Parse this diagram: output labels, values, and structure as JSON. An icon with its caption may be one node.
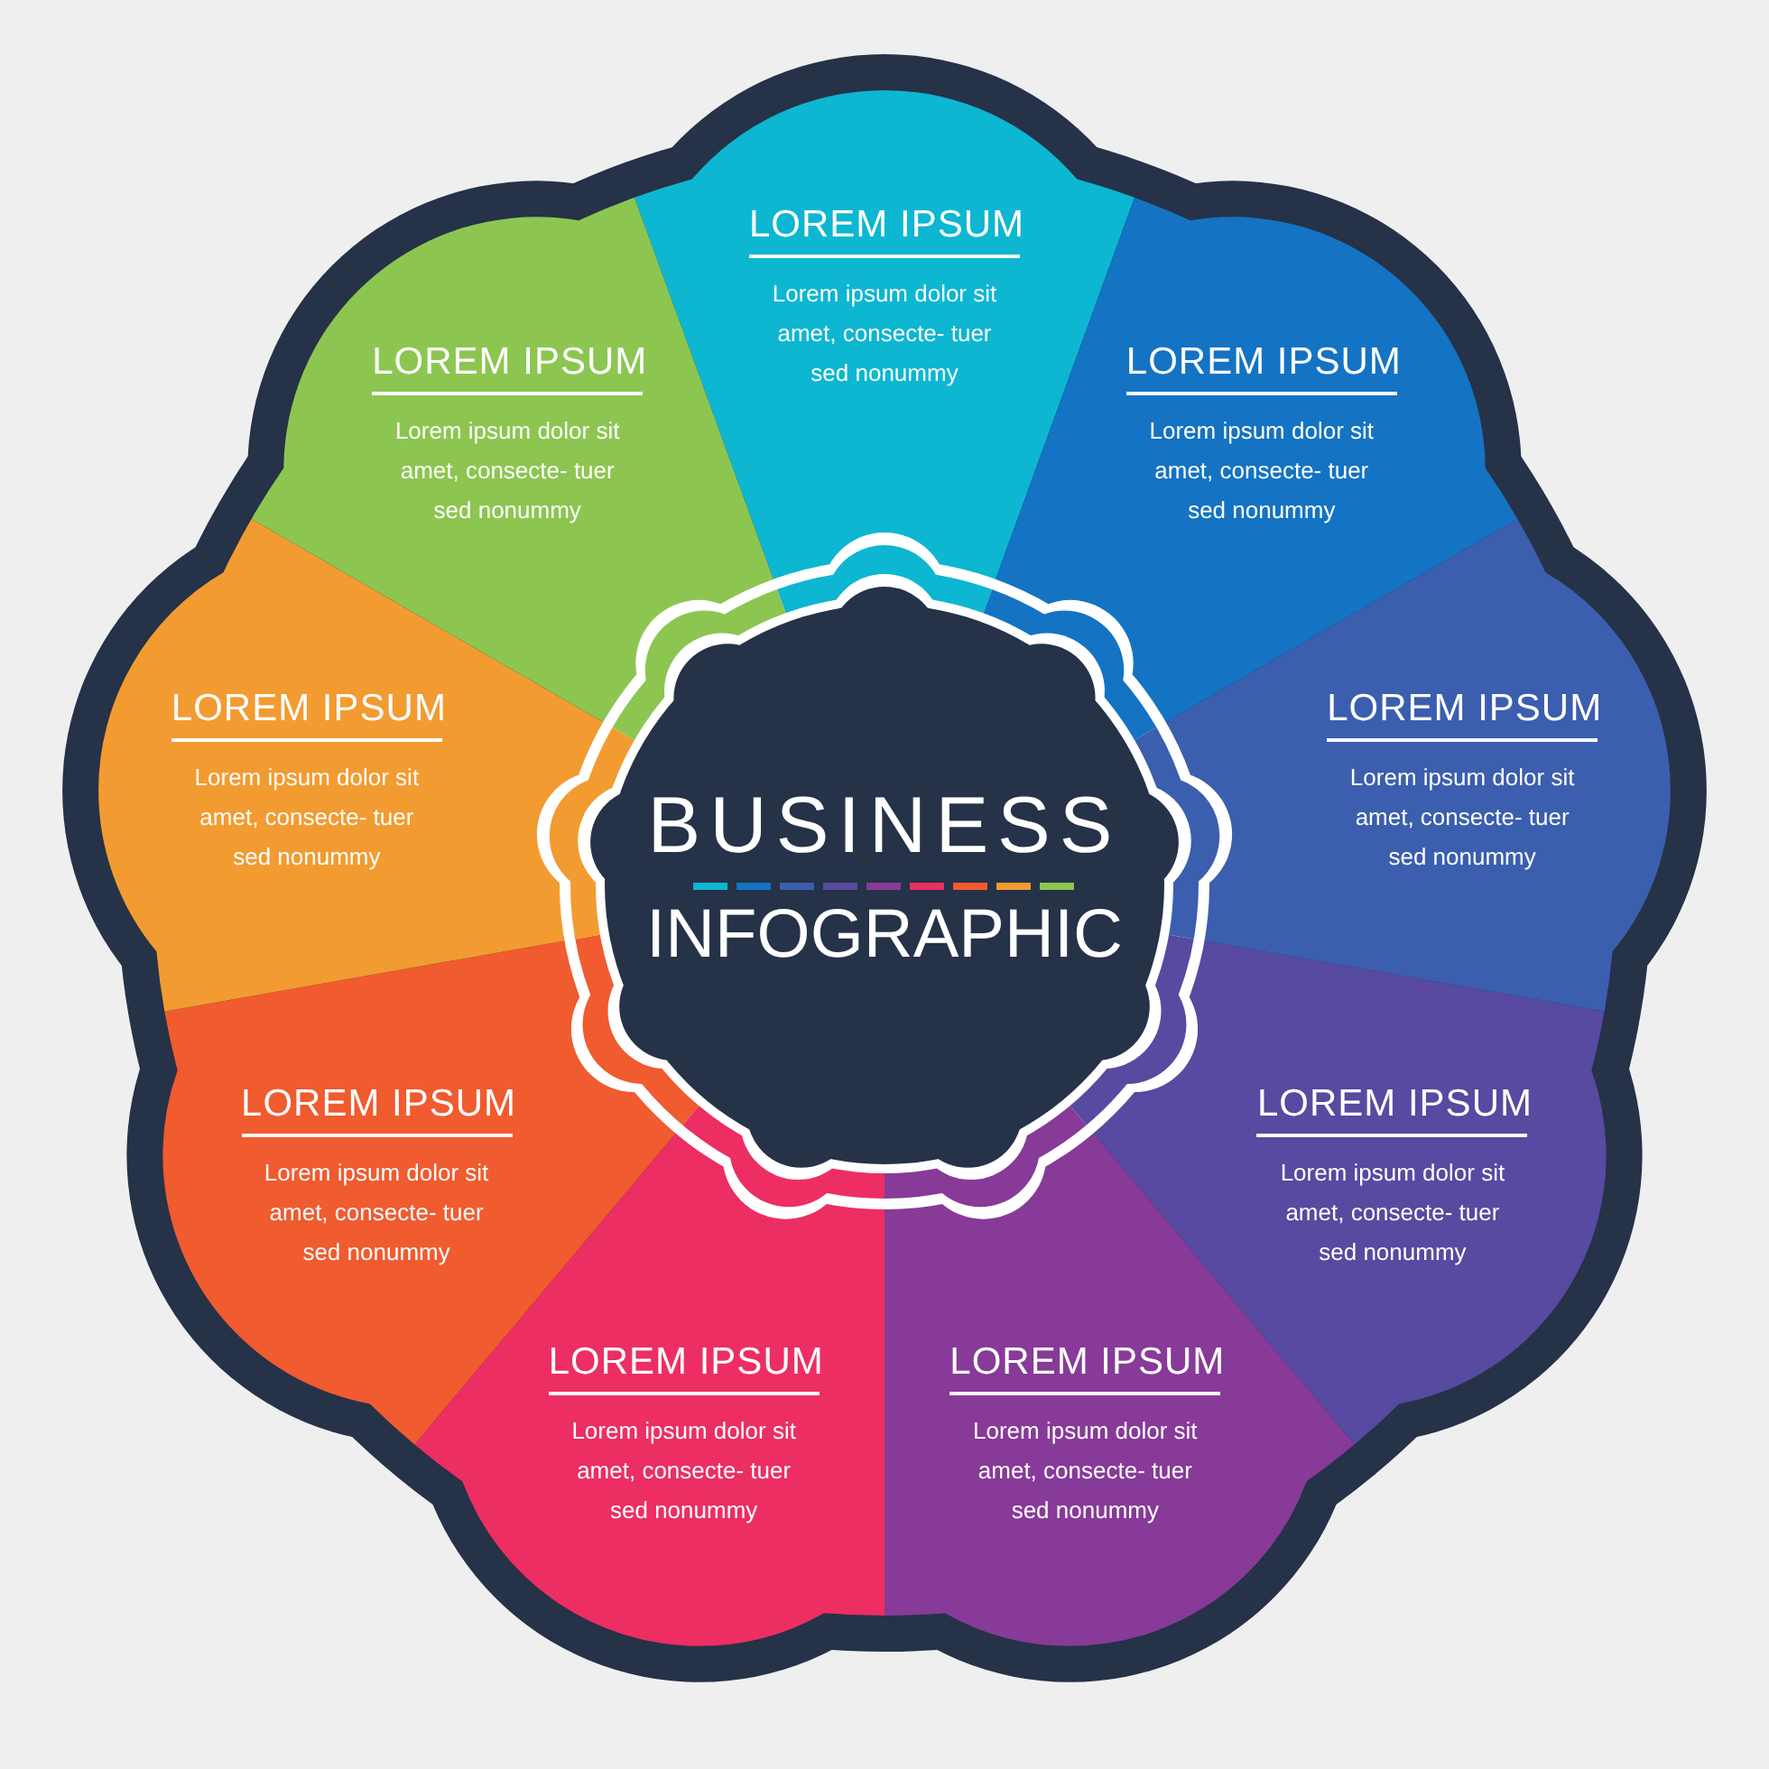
{
  "diagram": {
    "nodes": [
      {
        "text": [
          "LOREM IPSUM",
          "Lorem ipsum dolor sit amet, consecte- tuer sed nonummy"
        ]
      },
      {
        "text": [
          "LOREM IPSUM",
          "Lorem ipsum dolor sit amet, consecte- tuer sed nonummy"
        ]
      },
      {
        "text": [
          "LOREM IPSUM",
          "Lorem ipsum dolor sit amet, consecte- tuer sed nonummy"
        ]
      },
      {
        "text": [
          "LOREM IPSUM",
          "Lorem ipsum dolor sit amet, consecte- tuer sed nonummy"
        ]
      },
      {
        "text": [
          "LOREM IPSUM",
          "Lorem ipsum dolor sit amet, consecte- tuer sed nonummy"
        ]
      },
      {
        "text": [
          "LOREM IPSUM",
          "Lorem ipsum dolor sit amet, consecte- tuer sed nonummy"
        ]
      },
      {
        "text": [
          "LOREM IPSUM",
          "Lorem ipsum dolor sit amet, consecte- tuer sed nonummy"
        ]
      },
      {
        "text": [
          "LOREM IPSUM",
          "Lorem ipsum dolor sit amet, consecte- tuer sed nonummy"
        ]
      },
      {
        "text": [
          "LOREM IPSUM",
          "Lorem ipsum dolor sit amet, consecte- tuer sed nonummy"
        ]
      },
      {
        "text": [
          "BUSINESS",
          "INFOGRAPHIC"
        ]
      }
    ],
    "edges": []
  }
}
